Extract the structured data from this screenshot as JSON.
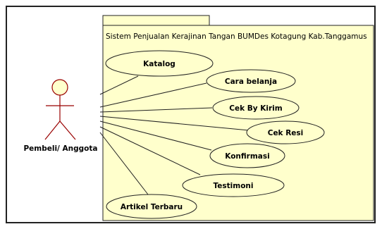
{
  "diagram": {
    "system_title": "Sistem Penjualan Kerajinan Tangan BUMDes Kotagung Kab.Tanggamus",
    "actor": {
      "label": "Pembeli/ Anggota"
    },
    "use_cases": [
      {
        "label": "Katalog"
      },
      {
        "label": "Cara belanja"
      },
      {
        "label": "Cek By Kirim"
      },
      {
        "label": "Cek Resi"
      },
      {
        "label": "Konfirmasi"
      },
      {
        "label": "Testimoni"
      },
      {
        "label": "Artikel Terbaru"
      }
    ],
    "colors": {
      "package_fill": "#ffffcc",
      "usecase_fill": "#ffffcc",
      "actor_head_fill": "#ffffcc",
      "actor_stroke": "#990000",
      "line": "#222222"
    }
  }
}
